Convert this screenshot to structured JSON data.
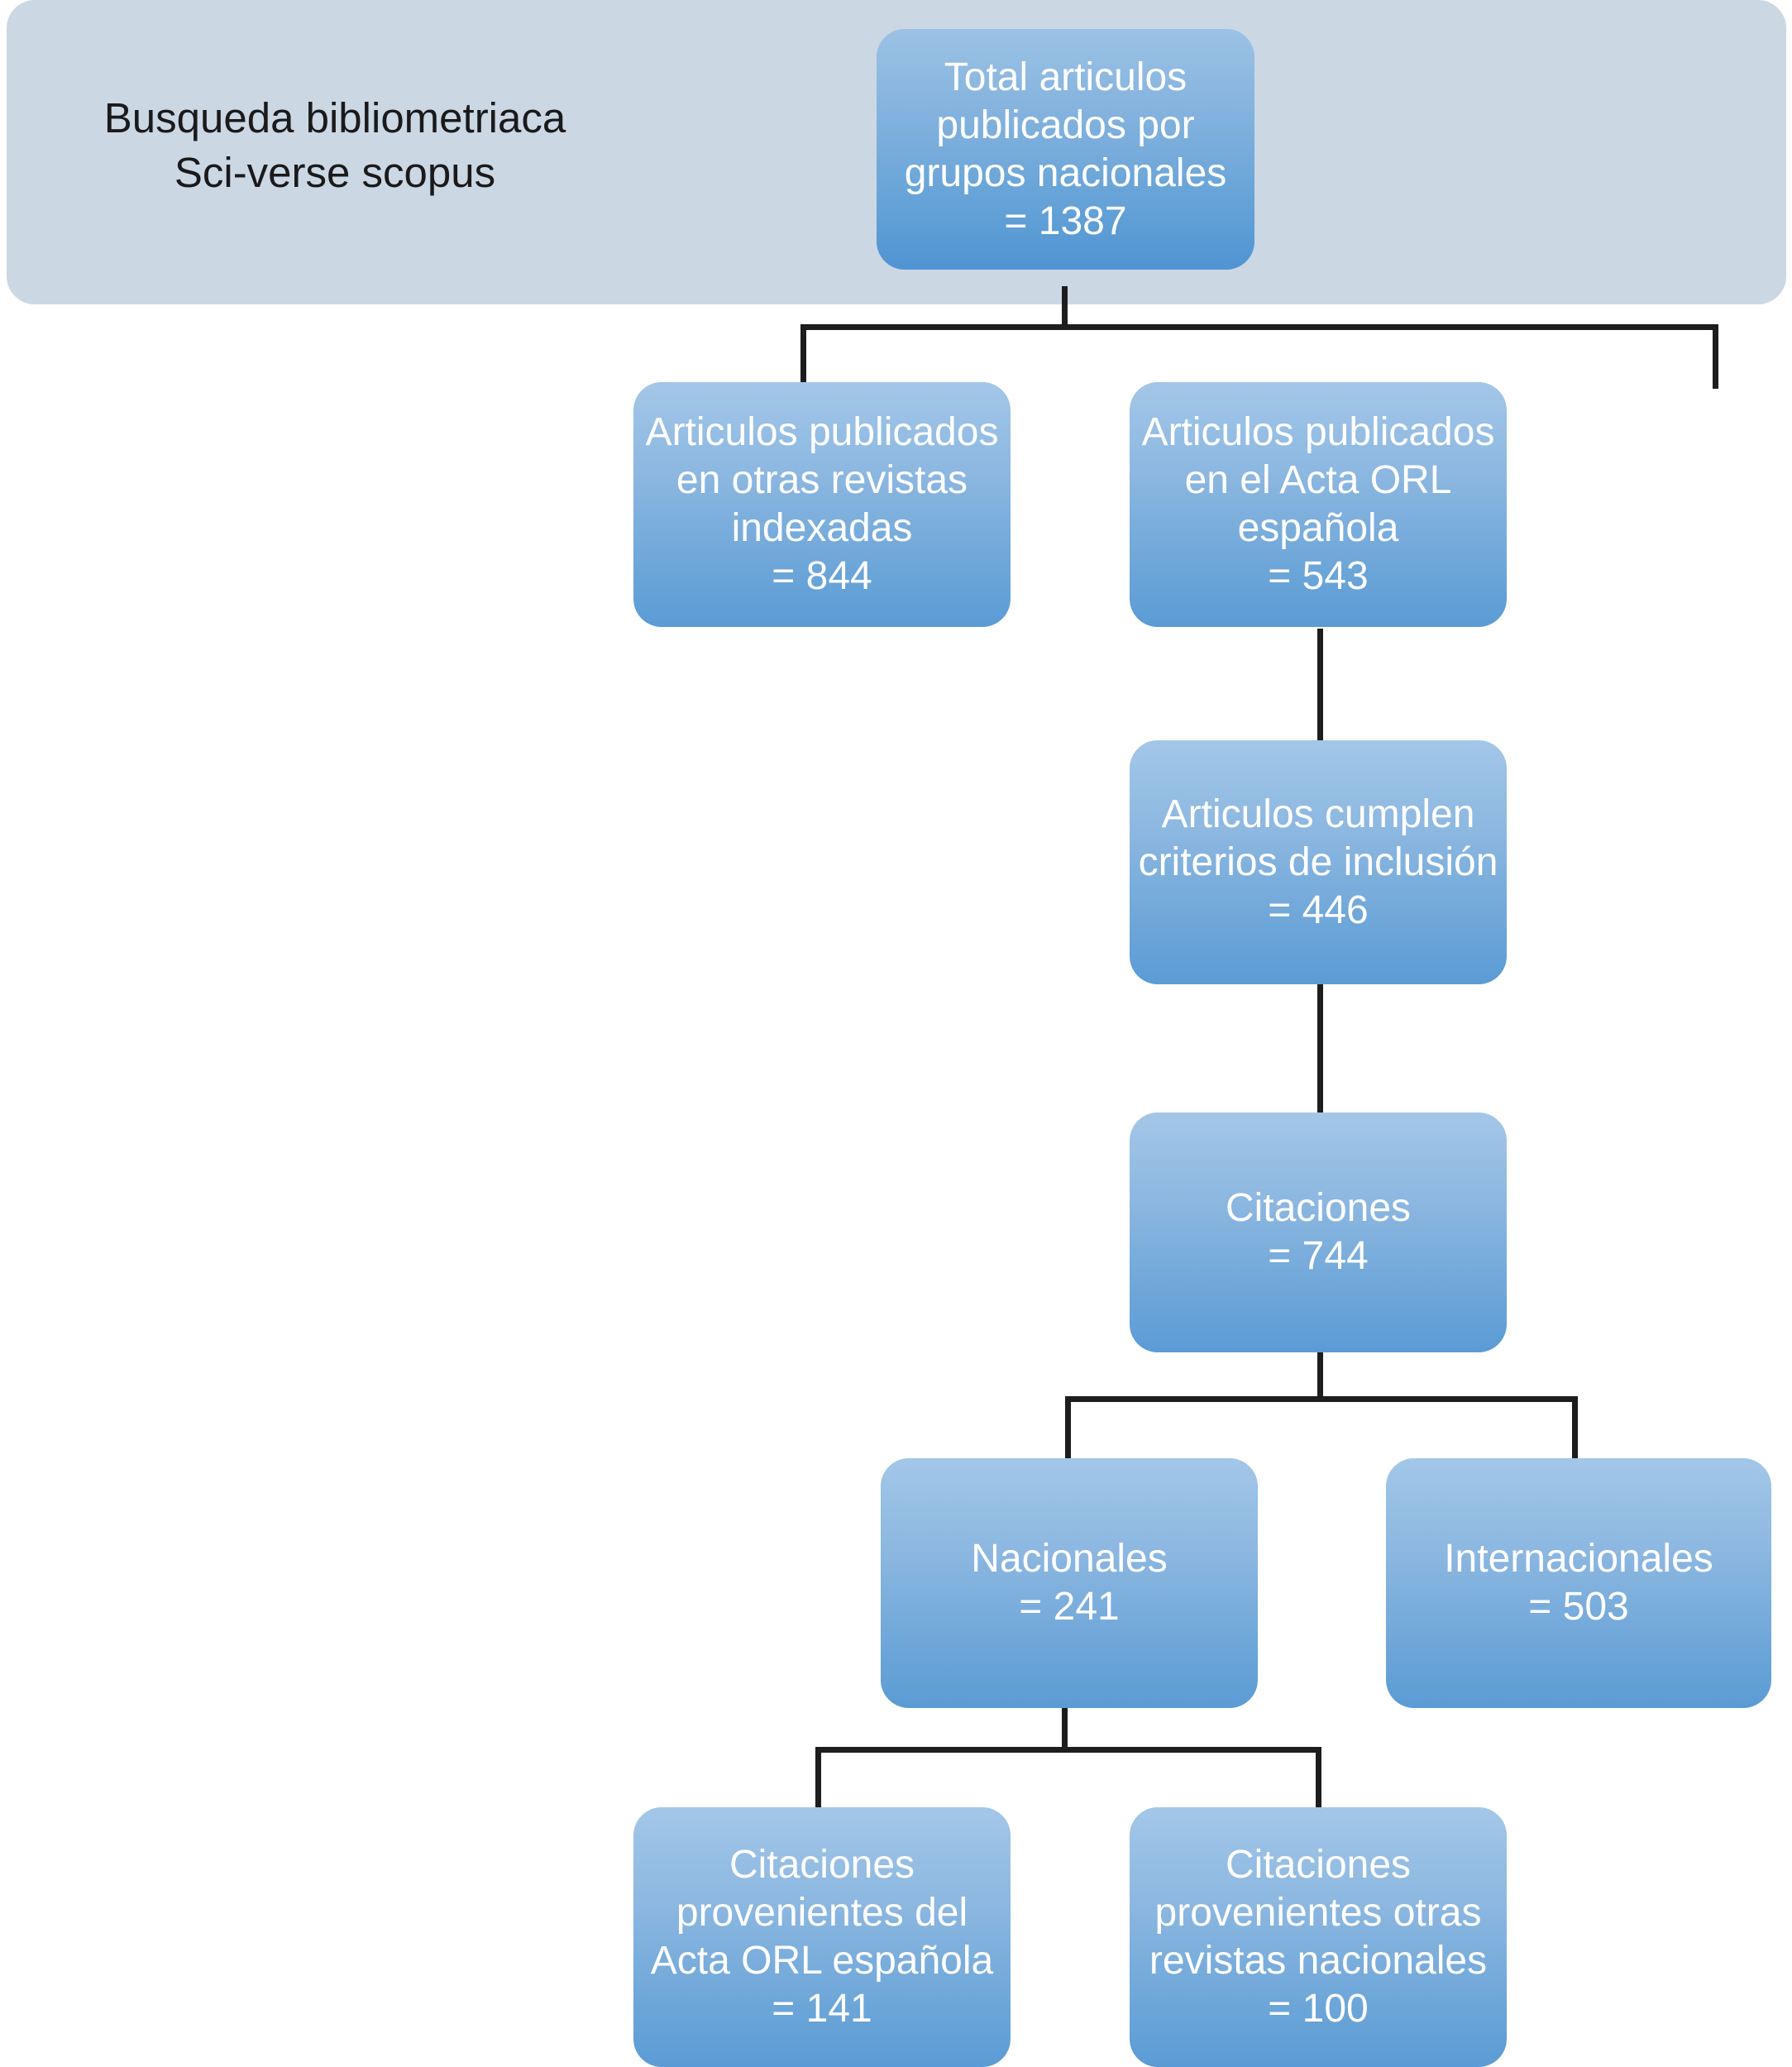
{
  "diagram": {
    "title_band": {
      "label": "Busqueda bibliometriaca\nSci-verse scopus",
      "bg_color": "#ccd7e4"
    },
    "node_fill_top": "#a3c7e8",
    "node_fill_bottom": "#5b9bd5",
    "connector_color": "#1d1d1d",
    "nodes": [
      {
        "id": "total-articulos",
        "label": "Total articulos\npublicados por\ngrupos nacionales\n= 1387",
        "value": 1387
      },
      {
        "id": "otras-revistas",
        "label": "Articulos publicados\nen otras revistas\nindexadas\n= 844",
        "value": 844
      },
      {
        "id": "acta-orl",
        "label": "Articulos publicados\nen el Acta ORL\nespañola\n= 543",
        "value": 543
      },
      {
        "id": "criterios-inclusion",
        "label": "Articulos cumplen\ncriterios de inclusión\n= 446",
        "value": 446
      },
      {
        "id": "citaciones",
        "label": "Citaciones\n= 744",
        "value": 744
      },
      {
        "id": "nacionales",
        "label": "Nacionales\n= 241",
        "value": 241
      },
      {
        "id": "internacionales",
        "label": "Internacionales\n= 503",
        "value": 503
      },
      {
        "id": "citaciones-acta-orl",
        "label": "Citaciones\nprovenientes del\nActa ORL española\n= 141",
        "value": 141
      },
      {
        "id": "citaciones-otras-nacionales",
        "label": "Citaciones\nprovenientes otras\nrevistas nacionales\n= 100",
        "value": 100
      }
    ],
    "edges": [
      {
        "from": "total-articulos",
        "to": "otras-revistas"
      },
      {
        "from": "total-articulos",
        "to": "acta-orl"
      },
      {
        "from": "acta-orl",
        "to": "criterios-inclusion"
      },
      {
        "from": "criterios-inclusion",
        "to": "citaciones"
      },
      {
        "from": "citaciones",
        "to": "nacionales"
      },
      {
        "from": "citaciones",
        "to": "internacionales"
      },
      {
        "from": "nacionales",
        "to": "citaciones-acta-orl"
      },
      {
        "from": "nacionales",
        "to": "citaciones-otras-nacionales"
      }
    ]
  }
}
